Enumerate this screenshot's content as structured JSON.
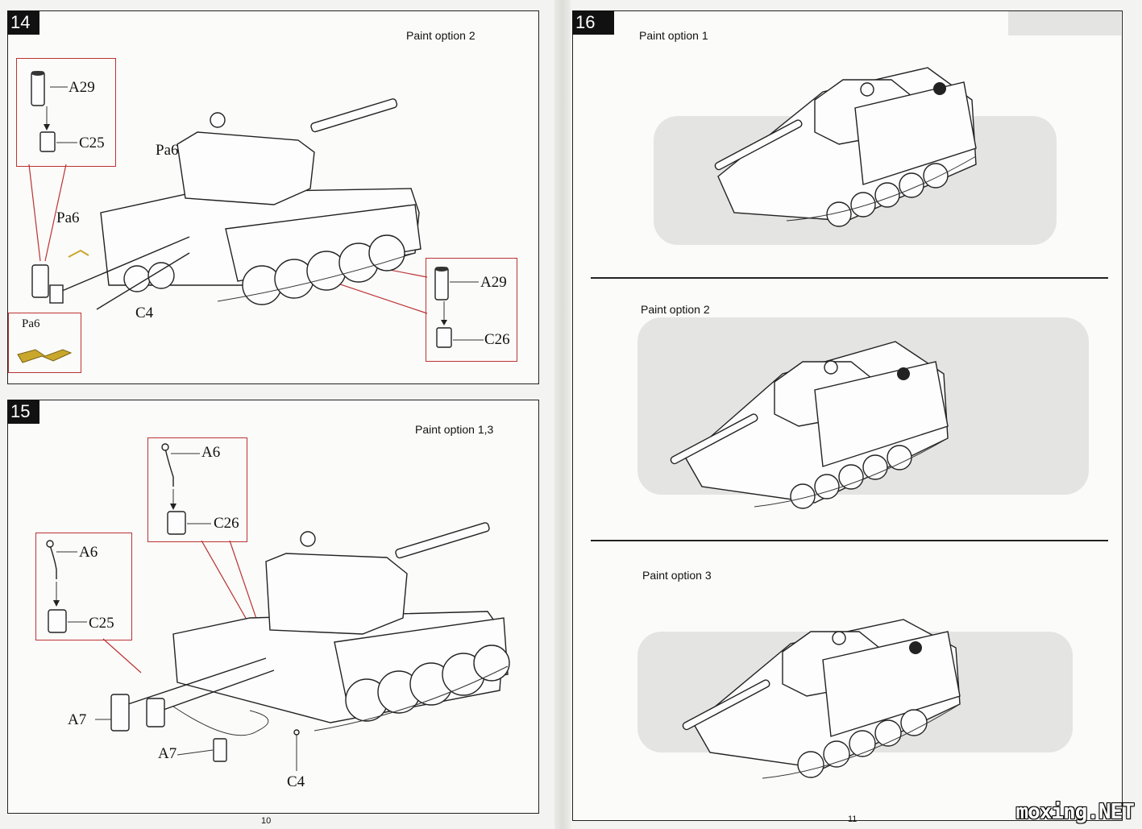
{
  "pages": {
    "left_number": "10",
    "right_number": "11"
  },
  "step14": {
    "number": "14",
    "paint": "Paint option 2",
    "parts": {
      "a29_top": "A29",
      "c25": "C25",
      "pa6_upper": "Pa6",
      "pa6_left": "Pa6",
      "c4": "C4",
      "a29_right": "A29",
      "c26": "C26",
      "pa6_inset": "Pa6"
    }
  },
  "step15": {
    "number": "15",
    "paint": "Paint option 1,3",
    "parts": {
      "a6_top": "A6",
      "c26": "C26",
      "a6_left": "A6",
      "c25": "C25",
      "a7_left": "A7",
      "a7_bottom": "A7",
      "c4": "C4"
    }
  },
  "step16": {
    "number": "16",
    "options": [
      {
        "label": "Paint option 1"
      },
      {
        "label": "Paint option 2"
      },
      {
        "label": "Paint option 3"
      }
    ]
  },
  "watermark": "moxing.NET",
  "colors": {
    "callout": "#b33333",
    "photo_etch": "#c9a72c"
  }
}
